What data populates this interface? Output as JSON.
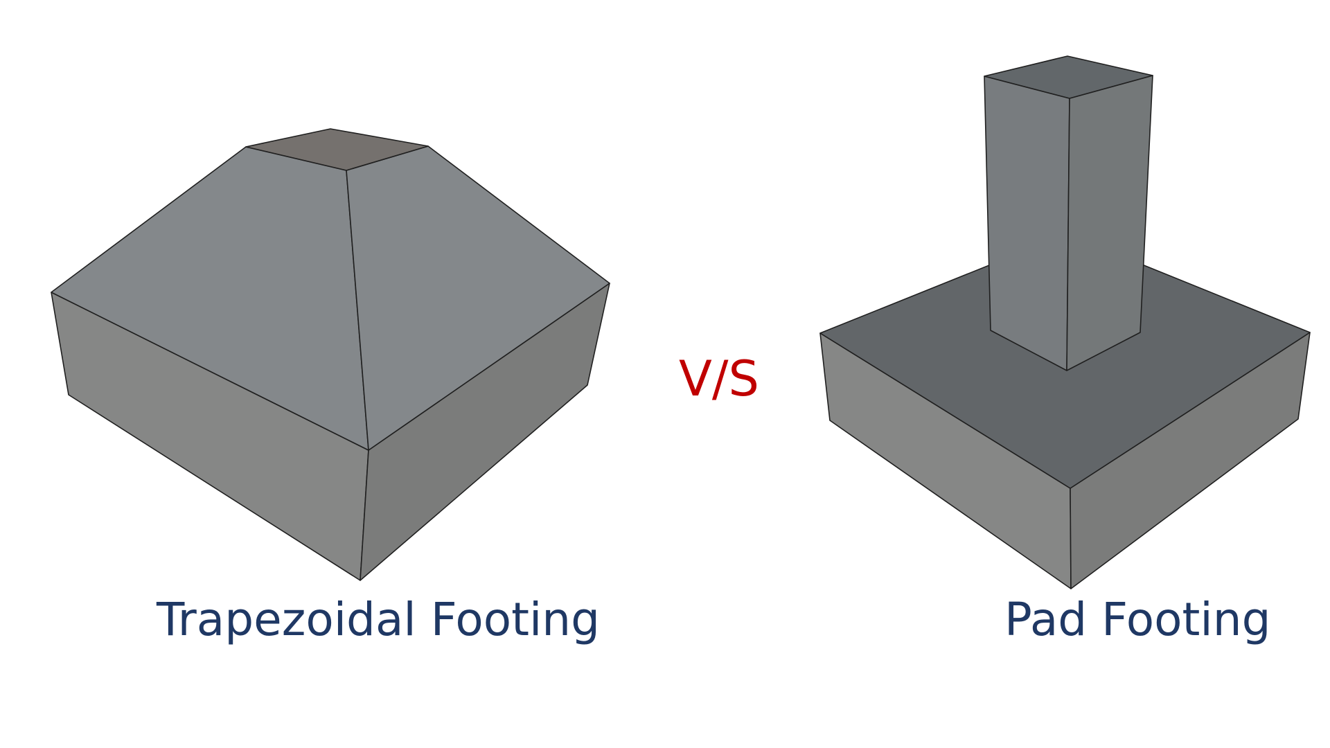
{
  "labels": {
    "left_title": "Trapezoidal Footing",
    "right_title": "Pad Footing",
    "separator": "V/S"
  },
  "colors": {
    "label_text": "#1f3864",
    "separator_text": "#c00000",
    "sloped_face": "#84888b",
    "side_face_left": "#868786",
    "side_face_right": "#7b7c7b",
    "trapezoid_top": "#75716e",
    "pad_top": "#626669",
    "column_front": "#787c7f",
    "column_side": "#747879",
    "column_top": "#62676a",
    "edge": "#1f1f1f"
  }
}
